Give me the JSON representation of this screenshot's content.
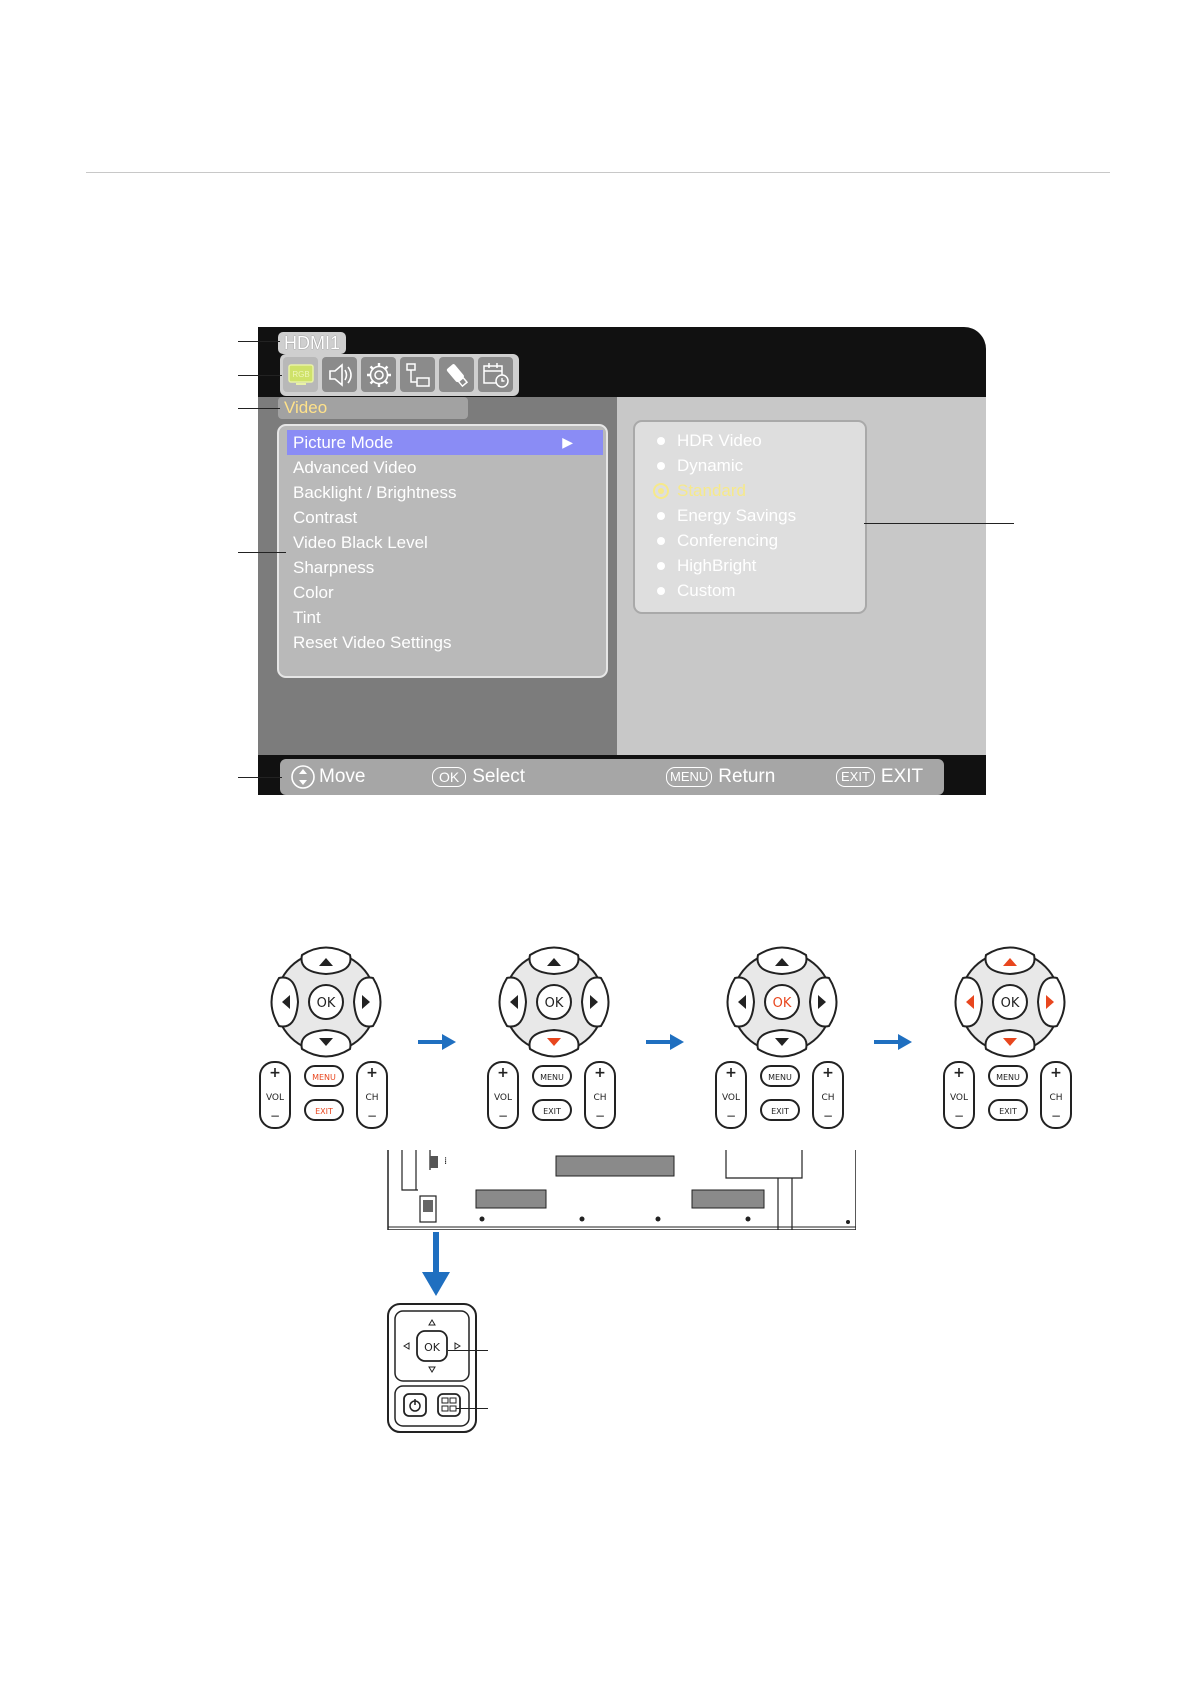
{
  "osd": {
    "source": "HDMI1",
    "category": "Video",
    "icons": [
      "rgb-icon",
      "speaker-icon",
      "gear-icon",
      "network-icon",
      "usb-icon",
      "schedule-icon"
    ],
    "menu_items": [
      {
        "label": "Picture Mode",
        "selected": true
      },
      {
        "label": "Advanced Video"
      },
      {
        "label": "Backlight / Brightness"
      },
      {
        "label": "Contrast"
      },
      {
        "label": "Video Black Level"
      },
      {
        "label": "Sharpness"
      },
      {
        "label": "Color"
      },
      {
        "label": "Tint"
      },
      {
        "label": "Reset Video Settings"
      }
    ],
    "options": [
      {
        "label": "HDR Video"
      },
      {
        "label": "Dynamic"
      },
      {
        "label": "Standard",
        "selected": true
      },
      {
        "label": "Energy Savings"
      },
      {
        "label": "Conferencing"
      },
      {
        "label": "HighBright"
      },
      {
        "label": "Custom"
      }
    ],
    "hints": {
      "move": "Move",
      "ok_key": "OK",
      "select": "Select",
      "menu_key": "MENU",
      "return": "Return",
      "exit_key": "EXIT",
      "exit": "EXIT"
    }
  },
  "remote": {
    "ok": "OK",
    "menu": "MENU",
    "exit": "EXIT",
    "vol": "VOL",
    "ch": "CH",
    "plus": "+",
    "minus": "−",
    "highlight_color": "#e8461e",
    "arrow_color": "#1f6fc0"
  },
  "keypad": {
    "ok": "OK"
  }
}
